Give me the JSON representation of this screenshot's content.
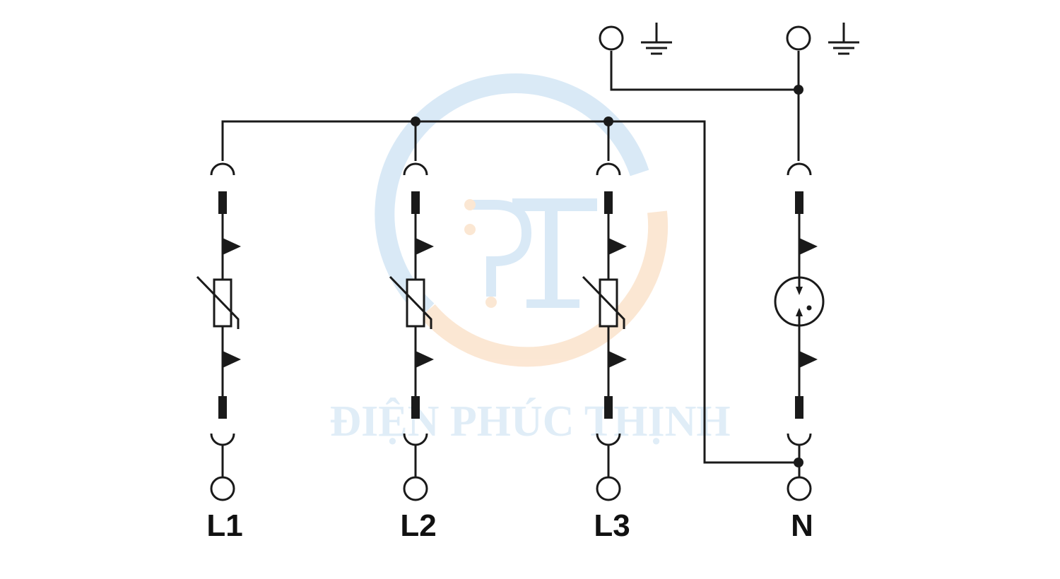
{
  "diagram": {
    "terminal_labels": [
      "L1",
      "L2",
      "L3",
      "N"
    ],
    "components": {
      "L1": "varistor",
      "L2": "varistor",
      "L3": "varistor",
      "N": "spark-gap"
    },
    "top_terminals": [
      "ground-terminal-1",
      "ground-terminal-2"
    ]
  },
  "watermark": {
    "text": "ĐIỆN PHÚC THỊNH",
    "logo_letters": "PT",
    "colors": {
      "blue": "#d3e6f5",
      "orange": "#fbe3cc"
    }
  },
  "colors": {
    "line": "#1a1a1a",
    "background": "#ffffff"
  }
}
